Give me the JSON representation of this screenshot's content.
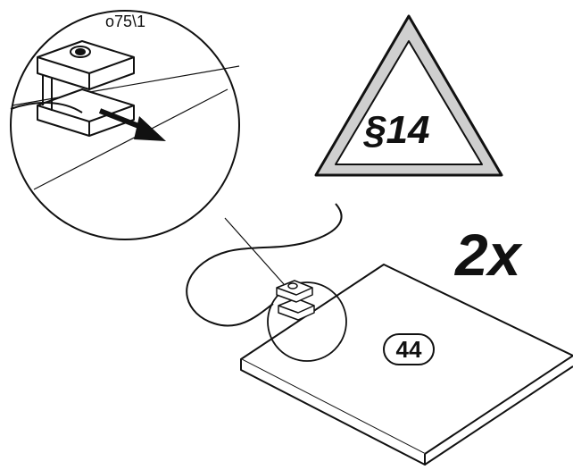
{
  "figure": {
    "detail_reference": "o75\\1",
    "warning_sign": {
      "text": "§14",
      "fill": "#cfcfcf",
      "stroke": "#111111"
    },
    "quantity": "2x",
    "part_number": "44",
    "colors": {
      "line": "#111111",
      "background": "#ffffff"
    }
  }
}
